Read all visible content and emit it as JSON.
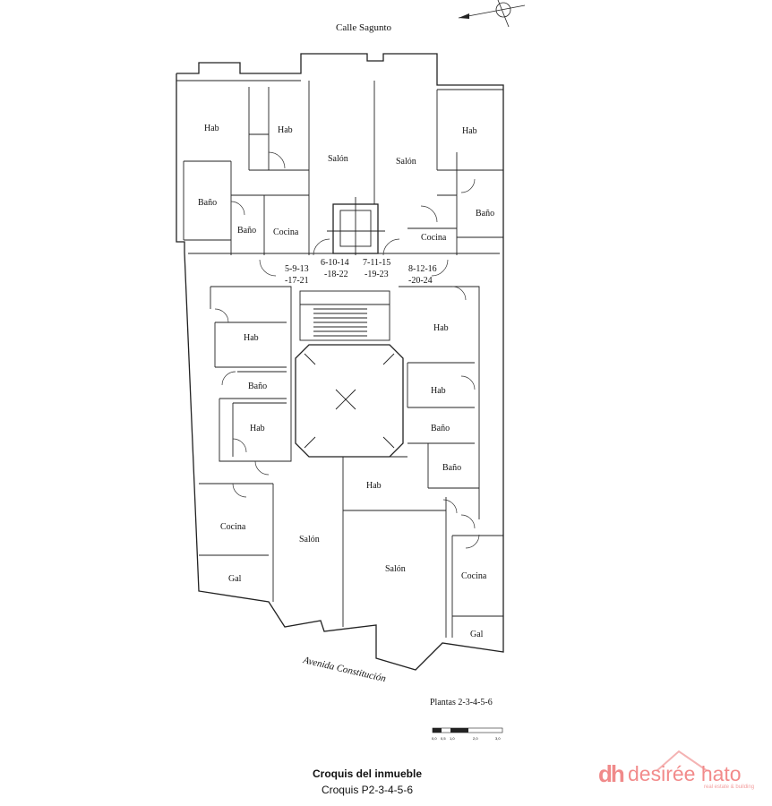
{
  "streets": {
    "north": "Calle Sagunto",
    "south": "Avenida Constitución"
  },
  "rooms": {
    "hab": "Hab",
    "bano": "Baño",
    "salon": "Salón",
    "cocina": "Cocina",
    "gal": "Gal"
  },
  "units": {
    "a": [
      "5-9-13",
      "-17-21"
    ],
    "b": [
      "6-10-14",
      "-18-22"
    ],
    "c": [
      "7-11-15",
      "-19-23"
    ],
    "d": [
      "8-12-16",
      "-20-24"
    ]
  },
  "floors_label": "Plantas 2-3-4-5-6",
  "scale_labels": [
    "0,0",
    "0,5",
    "1,0",
    "2,0",
    "3,0"
  ],
  "caption": {
    "title": "Croquis del inmueble",
    "subtitle": "Croquis P2-3-4-5-6"
  },
  "logo": {
    "mark": "dh",
    "name": "desirée hato",
    "tagline": "real estate & building",
    "color": "#f08a8a"
  }
}
